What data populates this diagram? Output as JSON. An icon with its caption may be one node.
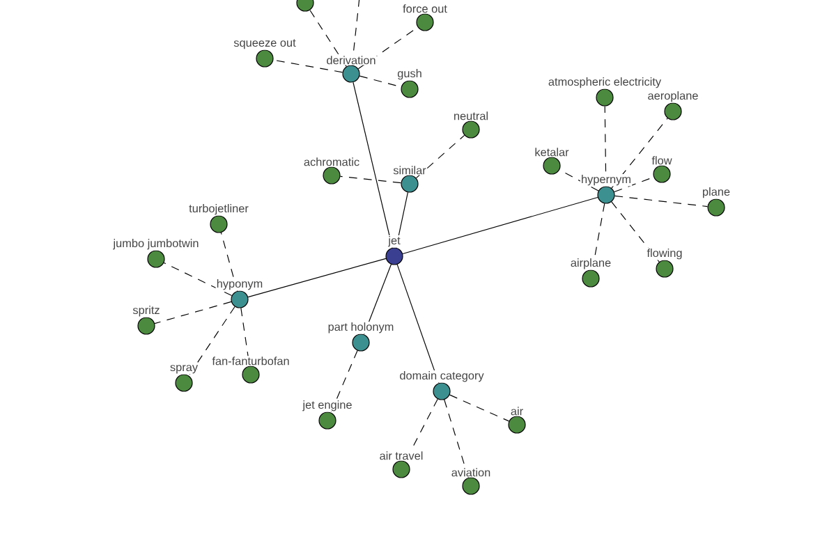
{
  "diagram": {
    "nodes": [
      {
        "text": [],
        "shape": "circle"
      },
      {
        "text": [
          "force out"
        ]
      },
      {
        "text": [
          "squeeze out"
        ]
      },
      {
        "text": [
          "derivation"
        ]
      },
      {
        "text": [
          "gush"
        ]
      },
      {
        "text": [
          "atmospheric electricity"
        ]
      },
      {
        "text": [
          "aeroplane"
        ]
      },
      {
        "text": [
          "neutral"
        ]
      },
      {
        "text": [
          "ketalar"
        ]
      },
      {
        "text": [
          "achromatic"
        ]
      },
      {
        "text": [
          "similar"
        ]
      },
      {
        "text": [
          "flow"
        ]
      },
      {
        "text": [
          "hypernym"
        ]
      },
      {
        "text": [
          "plane"
        ]
      },
      {
        "text": [
          "turbojetliner"
        ]
      },
      {
        "text": [
          "jet"
        ]
      },
      {
        "text": [
          "jumbo jumbotwin"
        ]
      },
      {
        "text": [
          "flowing"
        ]
      },
      {
        "text": [
          "airplane"
        ]
      },
      {
        "text": [
          "hyponym"
        ]
      },
      {
        "text": [
          "spritz"
        ]
      },
      {
        "text": [
          "part holonym"
        ]
      },
      {
        "text": [
          "fan-fanturbofan"
        ]
      },
      {
        "text": [
          "spray"
        ]
      },
      {
        "text": [
          "domain category"
        ]
      },
      {
        "text": [
          "jet engine"
        ]
      },
      {
        "text": [
          "air"
        ]
      },
      {
        "text": [
          "air travel"
        ]
      },
      {
        "text": [
          "aviation"
        ]
      }
    ],
    "edges": [
      {
        "from": 15,
        "to": 3,
        "arrow": "none"
      },
      {
        "from": 15,
        "to": 10,
        "arrow": "none"
      },
      {
        "from": 15,
        "to": 12,
        "arrow": "none"
      },
      {
        "from": 15,
        "to": 19,
        "arrow": "none"
      },
      {
        "from": 15,
        "to": 21,
        "arrow": "none"
      },
      {
        "from": 15,
        "to": 24,
        "arrow": "none"
      },
      {
        "from": 3,
        "to": 0,
        "arrow": "none",
        "style": "dashed"
      },
      {
        "from": 3,
        "to": null,
        "arrow": "none",
        "style": "dashed"
      },
      {
        "from": 3,
        "to": 1,
        "arrow": "none",
        "style": "dashed"
      },
      {
        "from": 3,
        "to": 2,
        "arrow": "none",
        "style": "dashed"
      },
      {
        "from": 3,
        "to": 4,
        "arrow": "none",
        "style": "dashed"
      },
      {
        "from": 10,
        "to": 9,
        "arrow": "none",
        "style": "dashed"
      },
      {
        "from": 10,
        "to": 7,
        "arrow": "none",
        "style": "dashed"
      },
      {
        "from": 12,
        "to": 5,
        "arrow": "none",
        "style": "dashed"
      },
      {
        "from": 12,
        "to": 6,
        "arrow": "none",
        "style": "dashed"
      },
      {
        "from": 12,
        "to": 8,
        "arrow": "none",
        "style": "dashed"
      },
      {
        "from": 12,
        "to": 11,
        "arrow": "none",
        "style": "dashed"
      },
      {
        "from": 12,
        "to": 13,
        "arrow": "none",
        "style": "dashed"
      },
      {
        "from": 12,
        "to": 17,
        "arrow": "none",
        "style": "dashed"
      },
      {
        "from": 12,
        "to": 18,
        "arrow": "none",
        "style": "dashed"
      },
      {
        "from": 19,
        "to": 14,
        "arrow": "none",
        "style": "dashed"
      },
      {
        "from": 19,
        "to": 16,
        "arrow": "none",
        "style": "dashed"
      },
      {
        "from": 19,
        "to": 20,
        "arrow": "none",
        "style": "dashed"
      },
      {
        "from": 19,
        "to": 22,
        "arrow": "none",
        "style": "dashed"
      },
      {
        "from": 19,
        "to": 23,
        "arrow": "none",
        "style": "dashed"
      },
      {
        "from": 21,
        "to": 25,
        "arrow": "none",
        "style": "dashed"
      },
      {
        "from": 24,
        "to": 26,
        "arrow": "none",
        "style": "dashed"
      },
      {
        "from": 24,
        "to": 27,
        "arrow": "none",
        "style": "dashed"
      },
      {
        "from": 24,
        "to": 28,
        "arrow": "none",
        "style": "dashed"
      }
    ]
  }
}
